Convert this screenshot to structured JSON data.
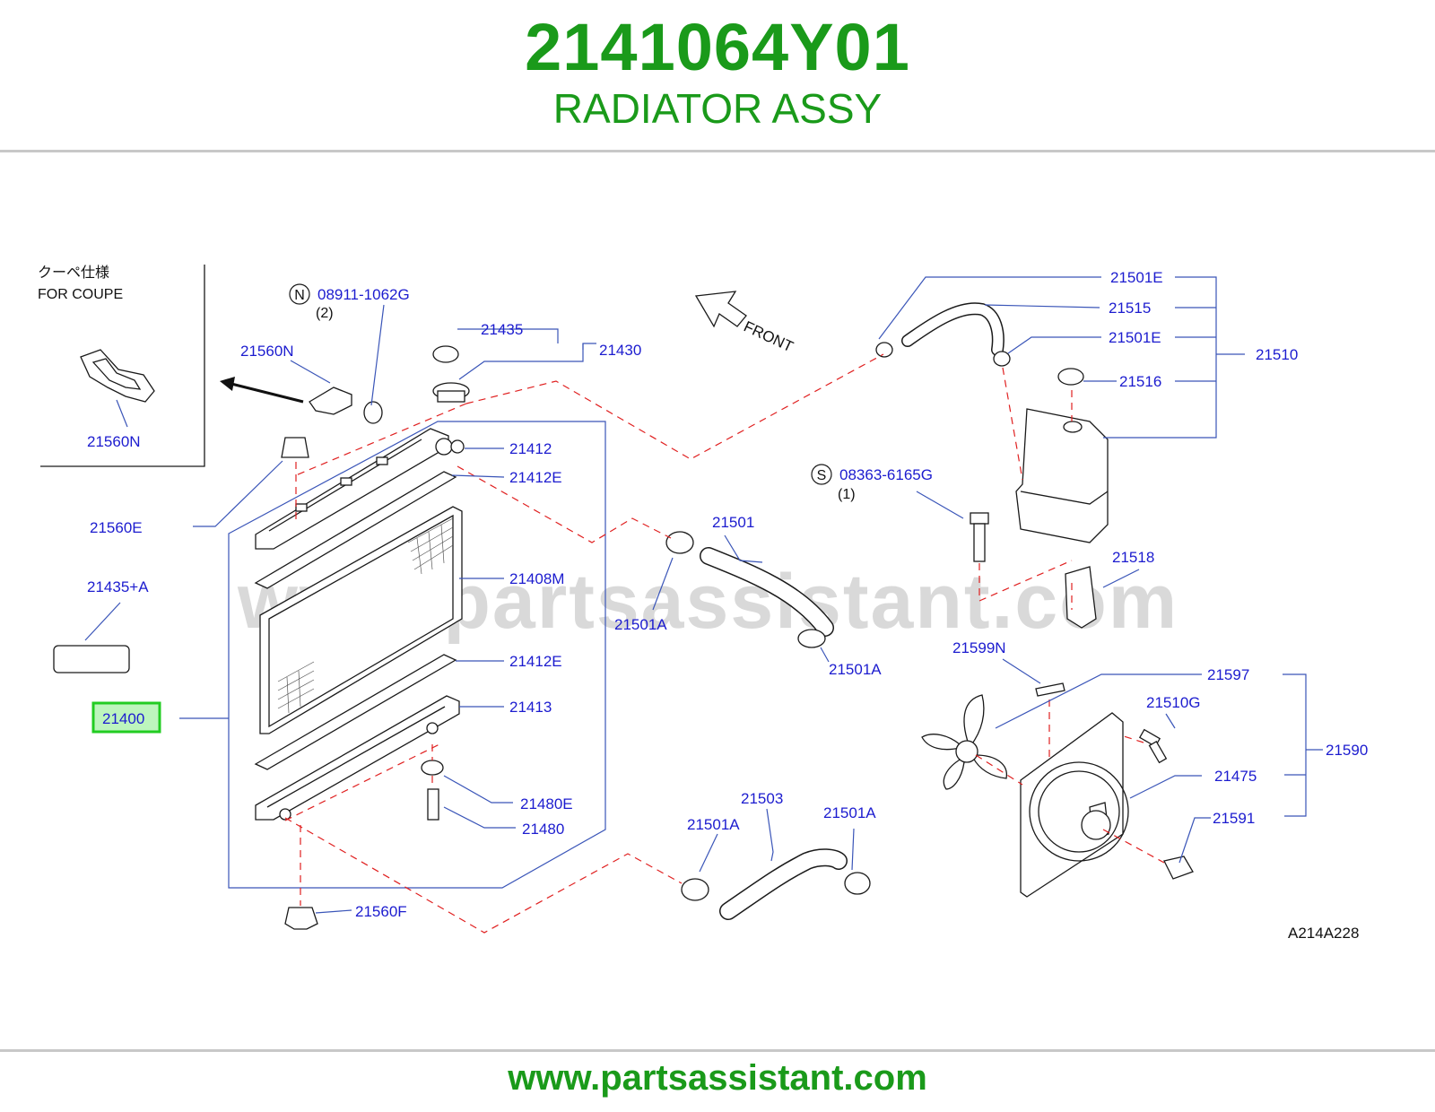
{
  "header": {
    "part_number": "2141064Y01",
    "part_name": "RADIATOR ASSY"
  },
  "colors": {
    "title_green": "#1a9a1a",
    "label_blue": "#1c1ccf",
    "leader_blue": "#3a55b8",
    "dashed_red": "#e02020",
    "highlight_green": "#22cc22",
    "highlight_fill": "#bdf5bd",
    "watermark_gray": "#d9d9d9"
  },
  "inset": {
    "title_jp": "クーペ仕様",
    "title_en": "FOR  COUPE",
    "part_label": "21560N"
  },
  "front_label": "FRONT",
  "watermark": "www.partsassistant.com",
  "diagram_code": "A214A228",
  "footer": {
    "url": "www.partsassistant.com"
  },
  "callouts": {
    "n_symbol": "N",
    "n_part": "08911-1062G",
    "n_qty": "(2)",
    "s_symbol": "S",
    "s_part": "08363-6165G",
    "s_qty": "(1)"
  },
  "labels": {
    "p21560N": "21560N",
    "p21435": "21435",
    "p21430": "21430",
    "p21412": "21412",
    "p21412E_top": "21412E",
    "p21560E": "21560E",
    "p21408M": "21408M",
    "p21435A": "21435+A",
    "p21412E_bot": "21412E",
    "p21400": "21400",
    "p21413": "21413",
    "p21480E": "21480E",
    "p21480": "21480",
    "p21560F": "21560F",
    "p21501": "21501",
    "p21501A_1": "21501A",
    "p21501A_2": "21501A",
    "p21503": "21503",
    "p21501A_3": "21501A",
    "p21501A_4": "21501A",
    "p21501E_1": "21501E",
    "p21515": "21515",
    "p21501E_2": "21501E",
    "p21510": "21510",
    "p21516": "21516",
    "p21518": "21518",
    "p21599N": "21599N",
    "p21597": "21597",
    "p21510G": "21510G",
    "p21590": "21590",
    "p21475": "21475",
    "p21591": "21591"
  }
}
